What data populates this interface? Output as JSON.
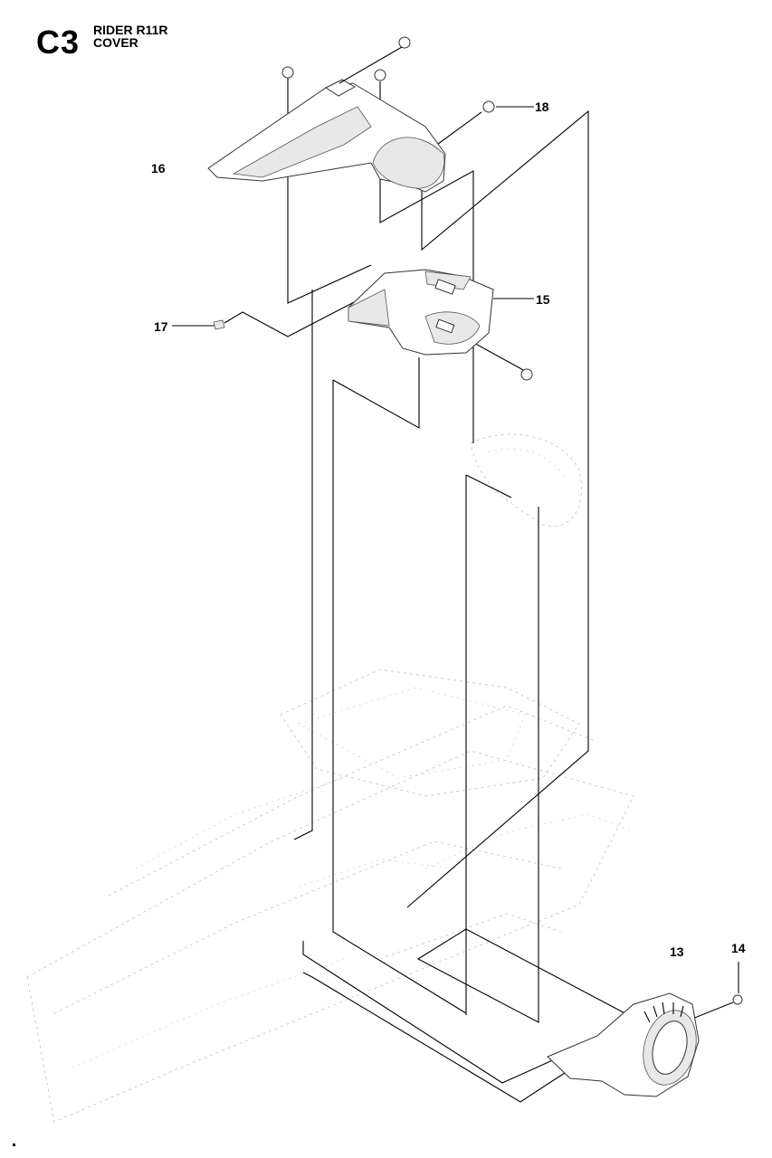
{
  "header": {
    "code": "C3",
    "model": "RIDER R11R",
    "section": "COVER"
  },
  "callouts": [
    {
      "id": "13",
      "label": "13"
    },
    {
      "id": "14",
      "label": "14"
    },
    {
      "id": "15",
      "label": "15"
    },
    {
      "id": "16",
      "label": "16"
    },
    {
      "id": "17",
      "label": "17"
    },
    {
      "id": "18",
      "label": "18"
    }
  ],
  "colors": {
    "line": "#000000",
    "ghost_frame": "#c8c8c8",
    "part_fill": "#ffffff",
    "part_shade": "#e8e8e8"
  }
}
